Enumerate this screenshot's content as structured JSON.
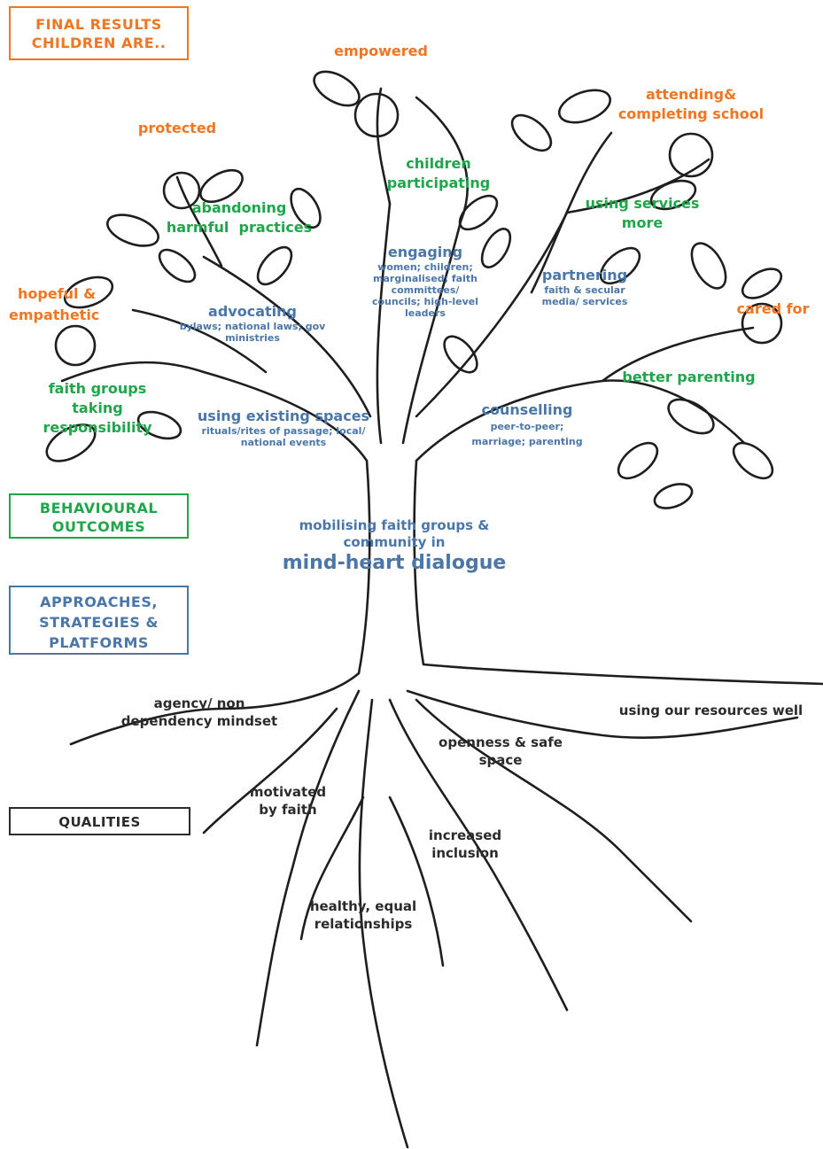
{
  "levels": {
    "final_results": [
      "FINAL RESULTS",
      "CHILDREN ARE.."
    ],
    "behavioural": [
      "BEHAVIOURAL",
      "OUTCOMES"
    ],
    "approaches": [
      "APPROACHES,",
      "STRATEGIES &",
      "PLATFORMS"
    ],
    "qualities": "QUALITIES"
  },
  "results": {
    "empowered": "empowered",
    "attending": [
      "attending&",
      "completing school"
    ],
    "protected": "protected",
    "hopeful": [
      "hopeful &",
      "empathetic"
    ],
    "cared_for": "cared for"
  },
  "outcomes": {
    "children_participating": [
      "children",
      "participating"
    ],
    "abandoning": [
      "abandoning",
      "harmful  practices"
    ],
    "using_services": [
      "using services",
      "more"
    ],
    "faith_groups": [
      "faith groups",
      "taking",
      "responsibility"
    ],
    "better_parenting": "better parenting"
  },
  "approaches": {
    "engaging": {
      "title": "engaging",
      "sub": [
        "women; children;",
        "marginalised; faith",
        "committees/",
        "councils; high-level",
        "leaders"
      ]
    },
    "partnering": {
      "title": "partnering",
      "sub": [
        "faith & secular",
        "media/ services"
      ]
    },
    "advocating": {
      "title": "advocating",
      "sub": [
        "bylaws; national laws; gov",
        "ministries"
      ]
    },
    "using_spaces": {
      "title": "using existing spaces",
      "sub": [
        "rituals/rites of passage; local/",
        "national events"
      ]
    },
    "counselling": {
      "title": "counselling",
      "sub": [
        "peer-to-peer;",
        "marriage; parenting"
      ]
    },
    "center": {
      "line1": "mobilising faith groups &",
      "line2": "community in",
      "main": "mind-heart dialogue"
    }
  },
  "qualities": {
    "agency": [
      "agency/ non",
      "dependency mindset"
    ],
    "resources": "using our resources well",
    "openness": [
      "openness & safe",
      "space"
    ],
    "motivated": [
      "motivated",
      "by faith"
    ],
    "inclusion": [
      "increased",
      "inclusion"
    ],
    "relationships": [
      "healthy, equal",
      "relationships"
    ]
  },
  "colors": {
    "orange": "#ef7622",
    "green": "#1fa64a",
    "blue": "#4a76a8",
    "dark": "#2b2b2b"
  }
}
